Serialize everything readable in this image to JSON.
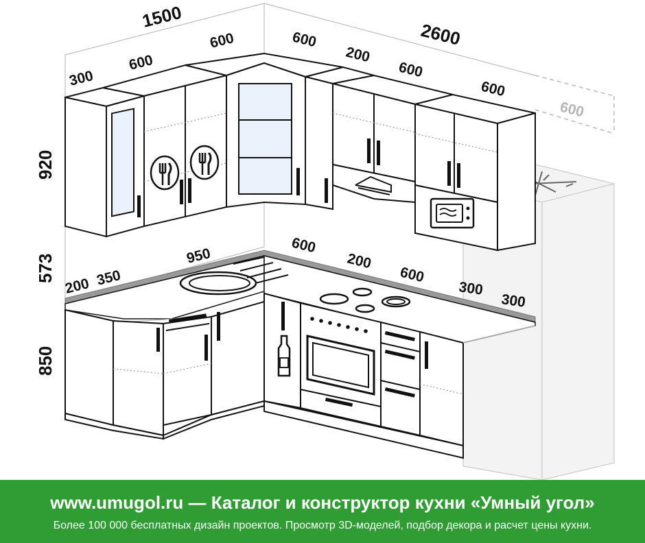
{
  "dimensions": {
    "total_left": "1500",
    "total_right": "2600",
    "wall_left_300": "300",
    "wall_left_600a": "600",
    "wall_left_600b": "600",
    "wall_corner_600": "600",
    "wall_right_200": "200",
    "wall_right_600a": "600",
    "wall_right_600b": "600",
    "wall_fridge_600": "600",
    "height_wall": "920",
    "height_gap": "573",
    "height_base": "850",
    "base_200": "200",
    "base_350": "350",
    "base_950": "950",
    "base_600": "600",
    "base_200b": "200",
    "base_600b": "600",
    "base_300a": "300",
    "base_300b": "300"
  },
  "icons": [
    "cutlery-icon",
    "snowflake-icon",
    "microwave-icon",
    "bottle-icon",
    "hob-icon",
    "oven-icon",
    "range-hood-icon",
    "sink-icon"
  ],
  "footer": {
    "title": "www.umugol.ru — Каталог и конструктор кухни «Умный угол»",
    "subtitle": "Более 100 000 бесплатных дизайн проектов. Просмотр 3D-моделей, подбор декора и расчет цены кухни."
  },
  "colors": {
    "footer_bg": "#2f9d33",
    "footer_text": "#ffffff"
  }
}
